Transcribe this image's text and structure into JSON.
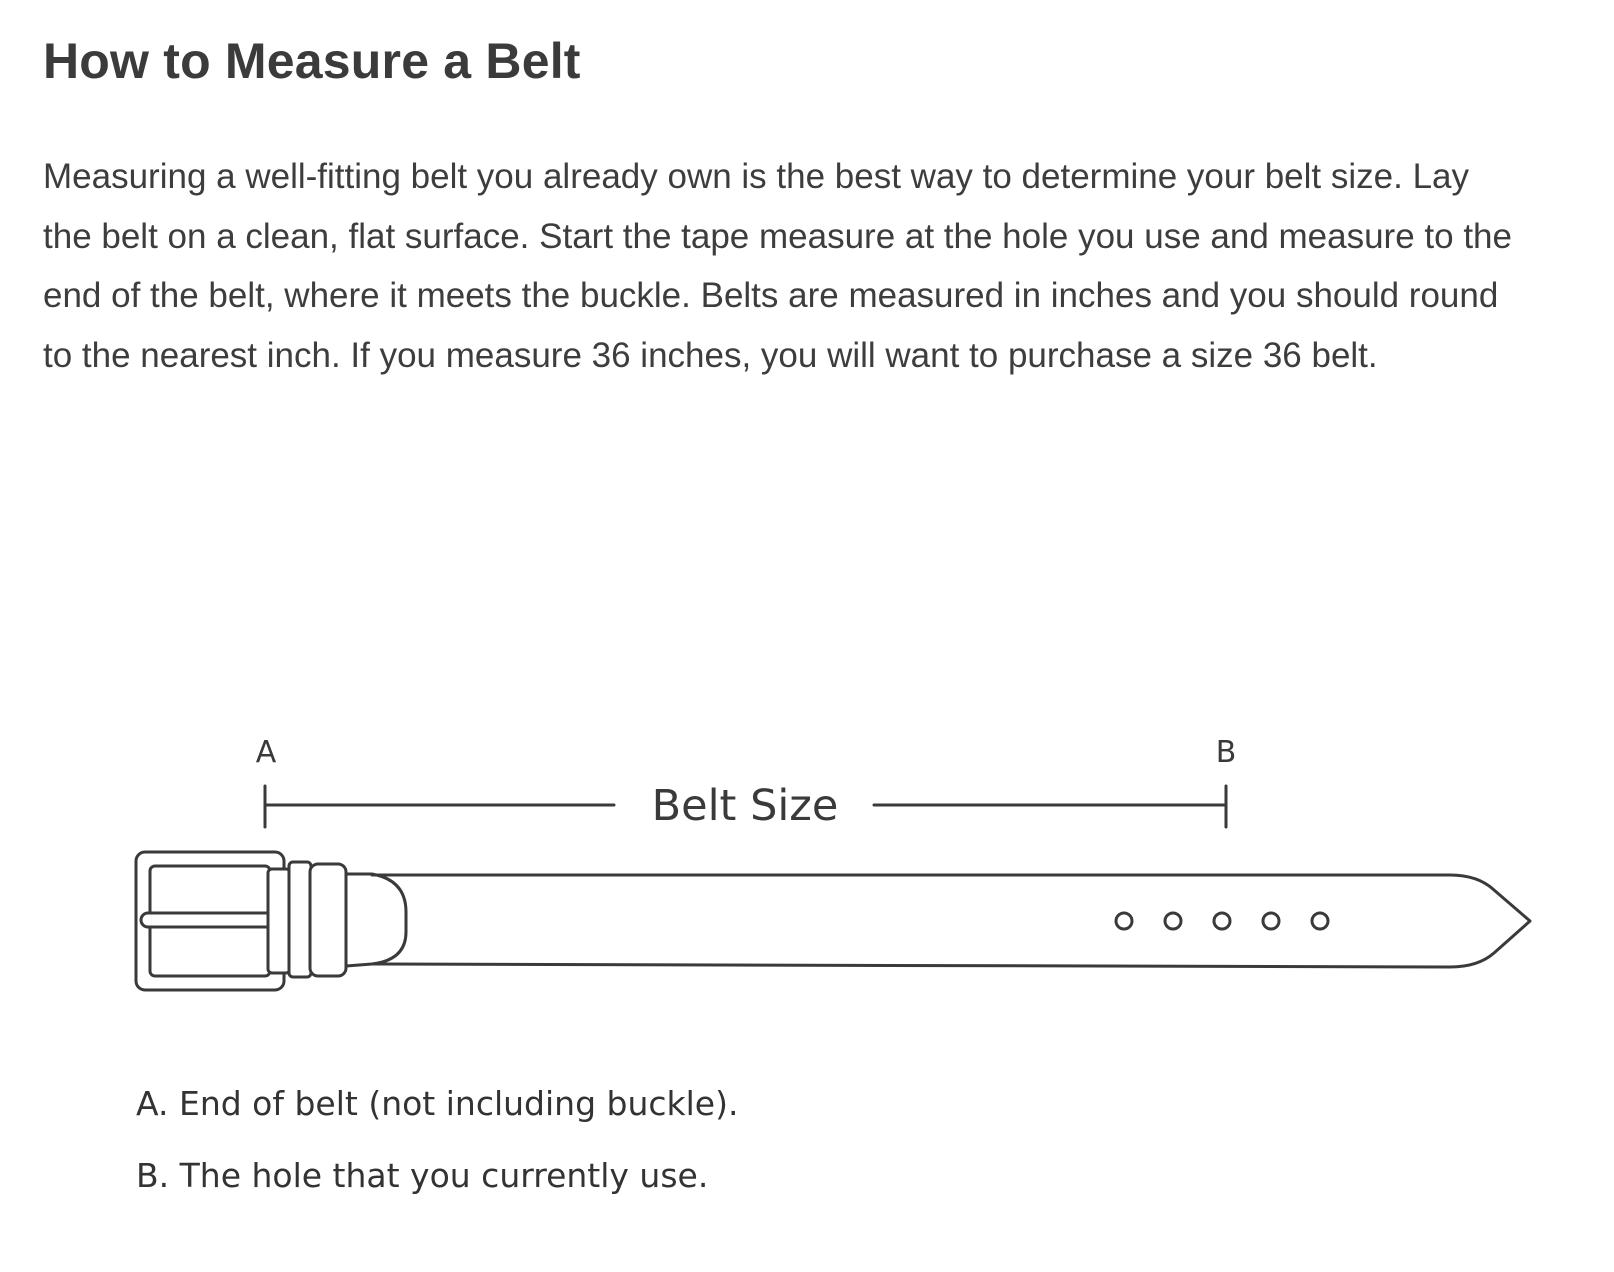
{
  "title": "How to Measure a Belt",
  "intro_lines": [
    "Measuring a well-fitting belt you already own is the best way to determine your belt size. Lay",
    "the belt on a clean, flat surface. Start the tape measure at the hole you use and measure to the",
    "end of the belt, where it meets the buckle. Belts are measured in inches and you should round",
    "to the nearest inch. If you measure 36 inches, you will want to purchase a size 36 belt."
  ],
  "diagram": {
    "point_a_label": "A",
    "point_b_label": "B",
    "measure_label": "Belt Size",
    "hole_count": 5,
    "stroke_color": "#3a3a3a"
  },
  "legend": [
    "A. End of belt (not including buckle).",
    "B. The hole that you currently use."
  ]
}
